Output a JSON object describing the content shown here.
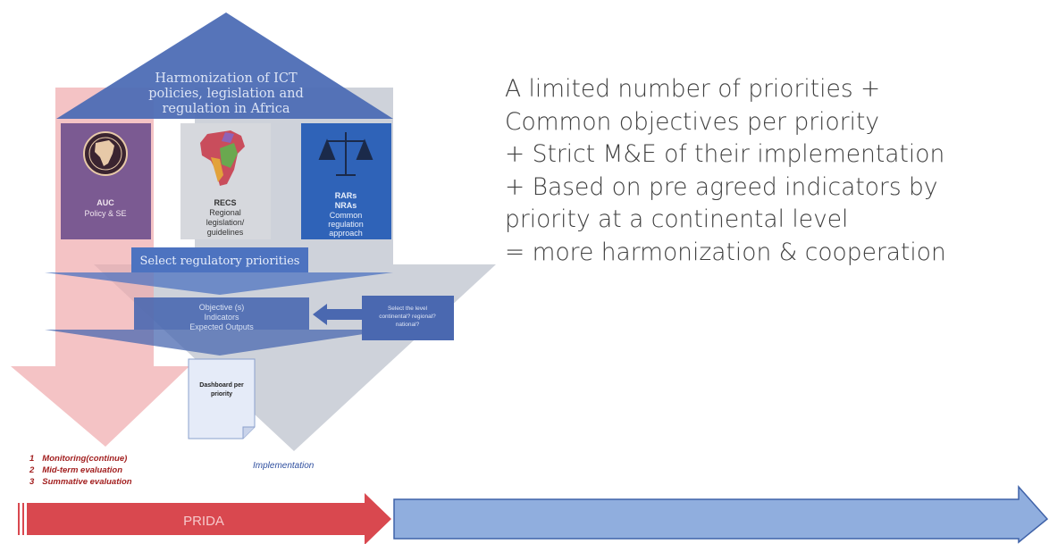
{
  "diagram": {
    "title_lines": [
      "Harmonization of ICT",
      "policies, legislation and",
      "regulation in Africa"
    ],
    "boxes": [
      {
        "id": "auc",
        "title": "AUC",
        "lines": [
          "Policy & SE"
        ]
      },
      {
        "id": "recs",
        "title": "RECS",
        "lines": [
          "Regional",
          "legislation/",
          "guidelines"
        ]
      },
      {
        "id": "rars",
        "title_lines": [
          "RARs",
          "NRAs"
        ],
        "lines": [
          "Common",
          "regulation",
          "approach"
        ]
      }
    ],
    "select_priorities": "Select regulatory priorities",
    "objectives_lines": [
      "Objective (s)",
      "Indicators",
      "Expected Outputs"
    ],
    "select_level_lines": [
      "Select the level",
      "continental? regional?",
      "national?"
    ],
    "dashboard_lines": [
      "Dashboard per",
      "priority"
    ],
    "evaluation_list": [
      {
        "num": "1",
        "text": "Monitoring(continue)"
      },
      {
        "num": "2",
        "text": "Mid-term evaluation"
      },
      {
        "num": "3",
        "text": "Summative evaluation"
      }
    ],
    "implementation_label": "Implementation",
    "prida_label": "PRIDA"
  },
  "statement_lines": [
    "A limited number of priorities  +",
    "Common objectives per priority",
    "+ Strict M&E of their implementation",
    "+ Based on pre agreed indicators by",
    "priority at a continental level",
    "= more harmonization & cooperation"
  ],
  "colors": {
    "blue_dark": "#4a68b0",
    "blue_mid": "#5a7cc4",
    "blue_box": "#2f63b8",
    "red_light": "#f2b8bb",
    "red_dark": "#d9484f",
    "gray_arrow": "#c9cdd6",
    "light_blue_arrow": "#90aede",
    "maroon": "#a21f1f",
    "implementation_blue": "#2f4f9f"
  }
}
